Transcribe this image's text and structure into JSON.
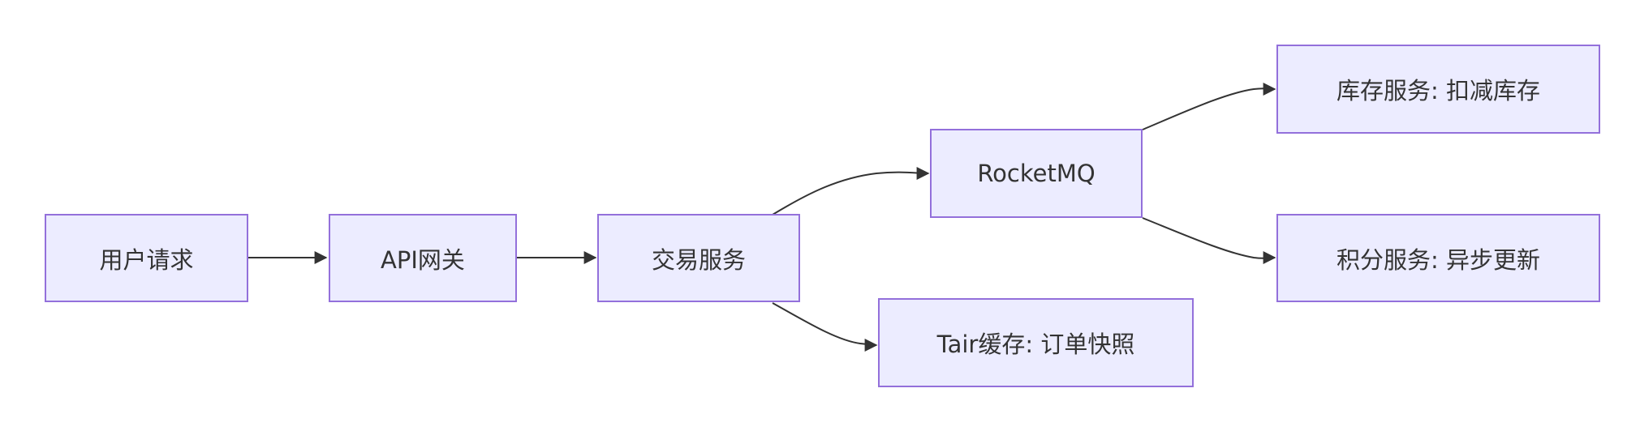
{
  "nodes": {
    "user_request": "用户请求",
    "api_gateway": "API网关",
    "trade_service": "交易服务",
    "rocketmq": "RocketMQ",
    "inventory_service": "库存服务: 扣减库存",
    "points_service": "积分服务: 异步更新",
    "tair_cache": "Tair缓存: 订单快照"
  },
  "edges": [
    {
      "from": "user_request",
      "to": "api_gateway"
    },
    {
      "from": "api_gateway",
      "to": "trade_service"
    },
    {
      "from": "trade_service",
      "to": "rocketmq"
    },
    {
      "from": "trade_service",
      "to": "tair_cache"
    },
    {
      "from": "rocketmq",
      "to": "inventory_service"
    },
    {
      "from": "rocketmq",
      "to": "points_service"
    }
  ],
  "colors": {
    "node_fill": "#ECECFF",
    "node_border": "#9370DB",
    "text": "#333333",
    "edge": "#333333"
  }
}
